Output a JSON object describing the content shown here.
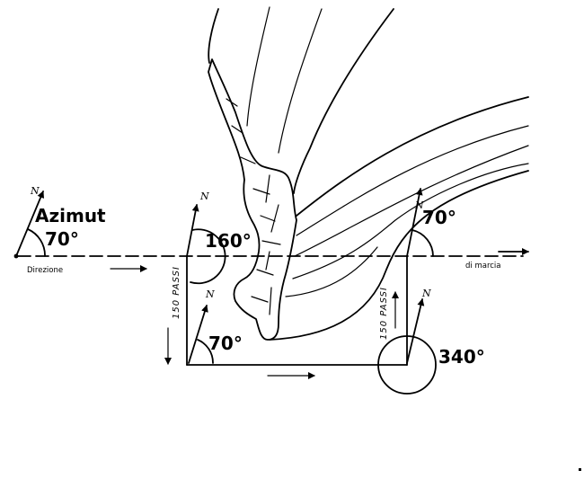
{
  "diagram": {
    "north": "N",
    "azimut_title": "Azimut",
    "azimut_angle": "70°",
    "direction_label_left": "Direzione",
    "direction_label_right": "di marcia",
    "angle_160": "160°",
    "angle_70_bottom_left": "70°",
    "angle_70_right": "70°",
    "angle_340": "340°",
    "steps_left": "150 PASSI",
    "steps_right": "150 PASSI"
  }
}
